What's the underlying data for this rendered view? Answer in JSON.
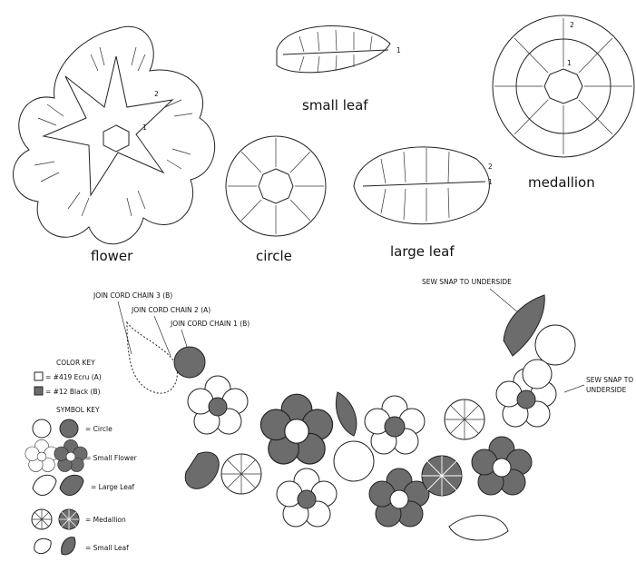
{
  "diagram_labels": {
    "flower": "flower",
    "circle": "circle",
    "small_leaf": "small leaf",
    "large_leaf": "large leaf",
    "medallion": "medallion",
    "mark_1": "1",
    "mark_2": "2"
  },
  "assembly": {
    "join_chain_3": "JOIN CORD CHAIN 3 (B)",
    "join_chain_2": "JOIN CORD CHAIN 2 (A)",
    "join_chain_1": "JOIN CORD CHAIN 1 (B)",
    "sew_snap_top": "SEW SNAP TO UNDERSIDE",
    "sew_snap_right_1": "SEW SNAP TO",
    "sew_snap_right_2": "UNDERSIDE"
  },
  "color_key": {
    "title": "COLOR KEY",
    "items": [
      {
        "label": "= #419 Ecru (A)",
        "swatch": "#ffffff"
      },
      {
        "label": "= #12 Black (B)",
        "swatch": "#6c6c6c"
      }
    ]
  },
  "symbol_key": {
    "title": "SYMBOL KEY",
    "items": [
      {
        "label": "= Circle"
      },
      {
        "label": "= Small Flower"
      },
      {
        "label": "= Large Leaf"
      },
      {
        "label": "= Medallion"
      },
      {
        "label": "= Small Leaf"
      }
    ]
  }
}
